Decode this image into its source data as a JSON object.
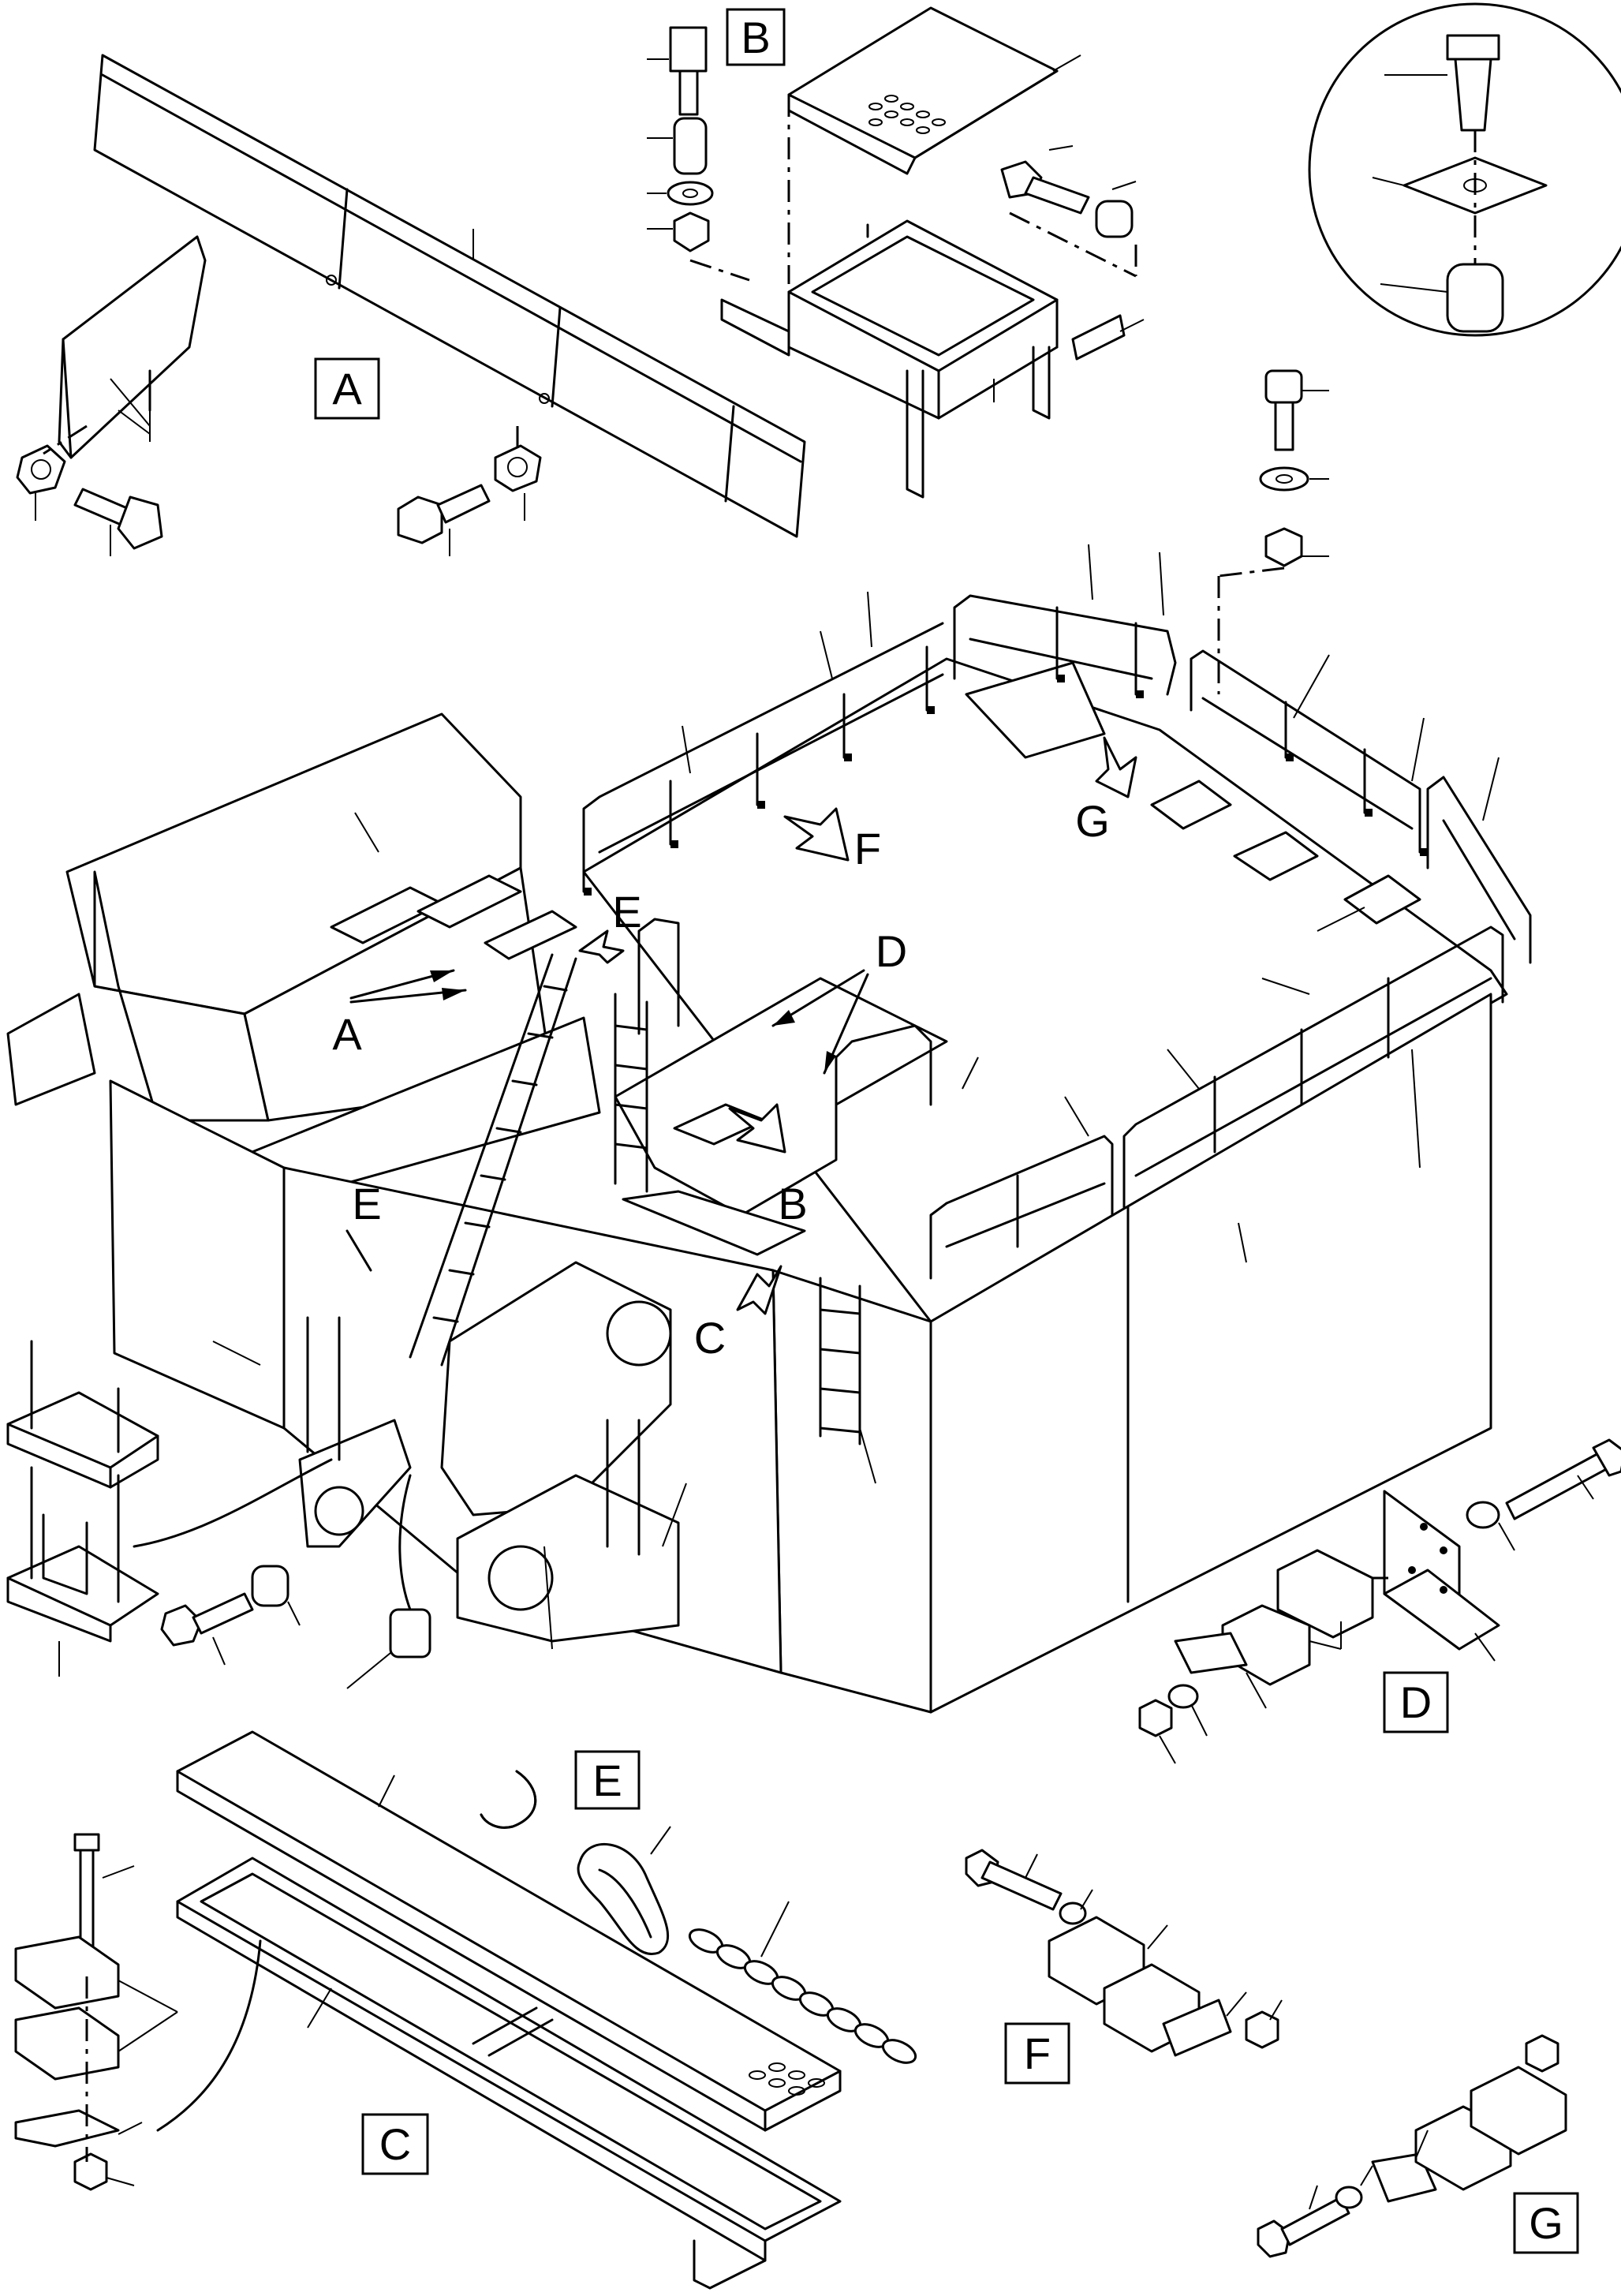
{
  "callouts": {
    "a": "A",
    "b": "B",
    "c": "C",
    "d": "D",
    "e": "E",
    "f": "F",
    "g": "G"
  }
}
